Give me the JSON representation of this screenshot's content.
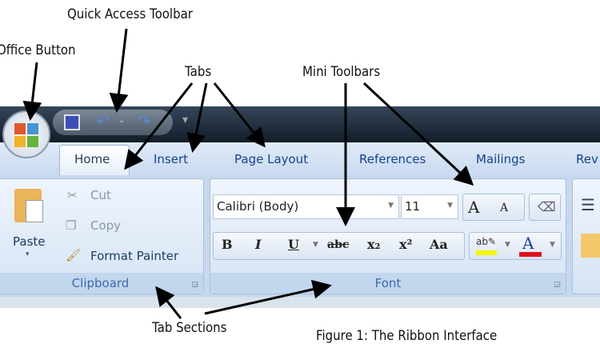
{
  "annotations": {
    "quick_access_toolbar": "Quick Access Toolbar",
    "office_button": "Office Button",
    "tabs": "Tabs",
    "mini_toolbars": "Mini Toolbars",
    "tab_sections": "Tab Sections",
    "caption": "Figure 1: The Ribbon Interface"
  },
  "tabs": [
    {
      "label": "Home",
      "active": true
    },
    {
      "label": "Insert"
    },
    {
      "label": "Page Layout"
    },
    {
      "label": "References"
    },
    {
      "label": "Mailings"
    },
    {
      "label": "Rev"
    }
  ],
  "clipboard": {
    "paste": "Paste",
    "cut": "Cut",
    "copy": "Copy",
    "format_painter": "Format Painter",
    "label": "Clipboard"
  },
  "font": {
    "font_name": "Calibri (Body)",
    "font_size": "11",
    "bold": "B",
    "italic": "I",
    "underline": "U",
    "strikethrough": "abc",
    "subscript": "x₂",
    "superscript": "x²",
    "change_case": "Aa",
    "grow": "A",
    "shrink": "A",
    "label": "Font"
  },
  "colors": {
    "highlight": "#f5f500",
    "font_color": "#e0101a",
    "accent": "#15428b"
  }
}
